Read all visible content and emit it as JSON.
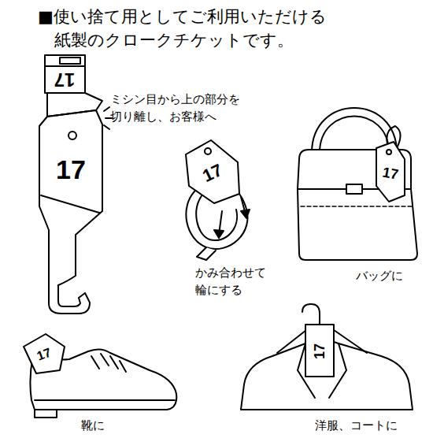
{
  "diagram": {
    "title": "■使い捨て用としてご利用いただける 紙製のクロークチケットです。",
    "labels": [
      "17",
      "17",
      "ミシン目から上の部分を 切り離し、お客様へ",
      "17",
      "かみ合わせて 輪にする",
      "17",
      "バッグに",
      "17",
      "靴に",
      "17",
      "洋服、コートに"
    ]
  }
}
